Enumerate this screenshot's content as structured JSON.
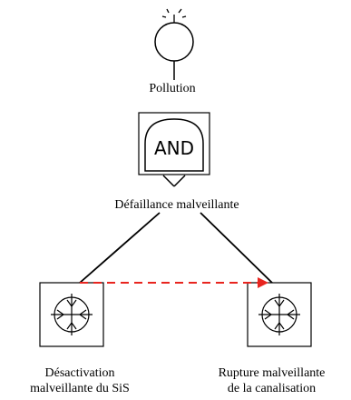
{
  "top_event": {
    "label": "Pollution"
  },
  "gate": {
    "type": "AND",
    "label": "Défaillance malveillante"
  },
  "basic_events": [
    {
      "label_line1": "Désactivation",
      "label_line2": "malveillante du SiS"
    },
    {
      "label_line1": "Rupture malveillante",
      "label_line2": "de la canalisation"
    }
  ],
  "colors": {
    "stroke": "#000000",
    "sequence_arrow": "#e8251f"
  }
}
